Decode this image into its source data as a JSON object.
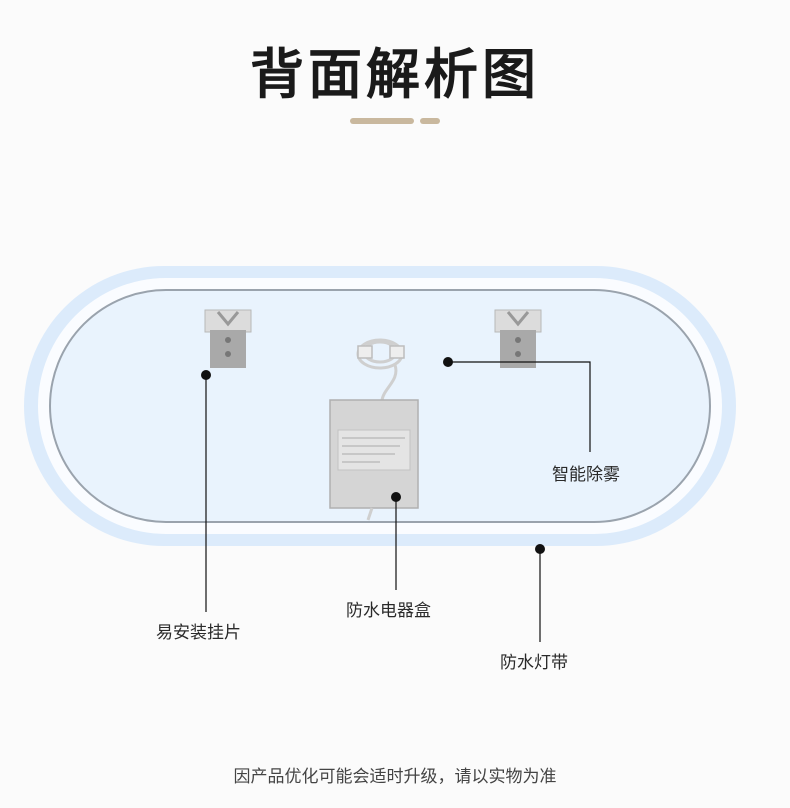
{
  "header": {
    "title": "背面解析图"
  },
  "labels": {
    "hanger": "易安装挂片",
    "electric_box": "防水电器盒",
    "defog": "智能除雾",
    "light_strip": "防水灯带"
  },
  "footer": {
    "note": "因产品优化可能会适时升级，请以实物为准"
  },
  "colors": {
    "accent": "#c9b89e",
    "glow": "#dcebfb",
    "mirror_fill": "#e9f3fd",
    "frame_stroke": "#9aa3ad",
    "bracket": "#a9a9a9",
    "box": "#d5d5d5"
  }
}
